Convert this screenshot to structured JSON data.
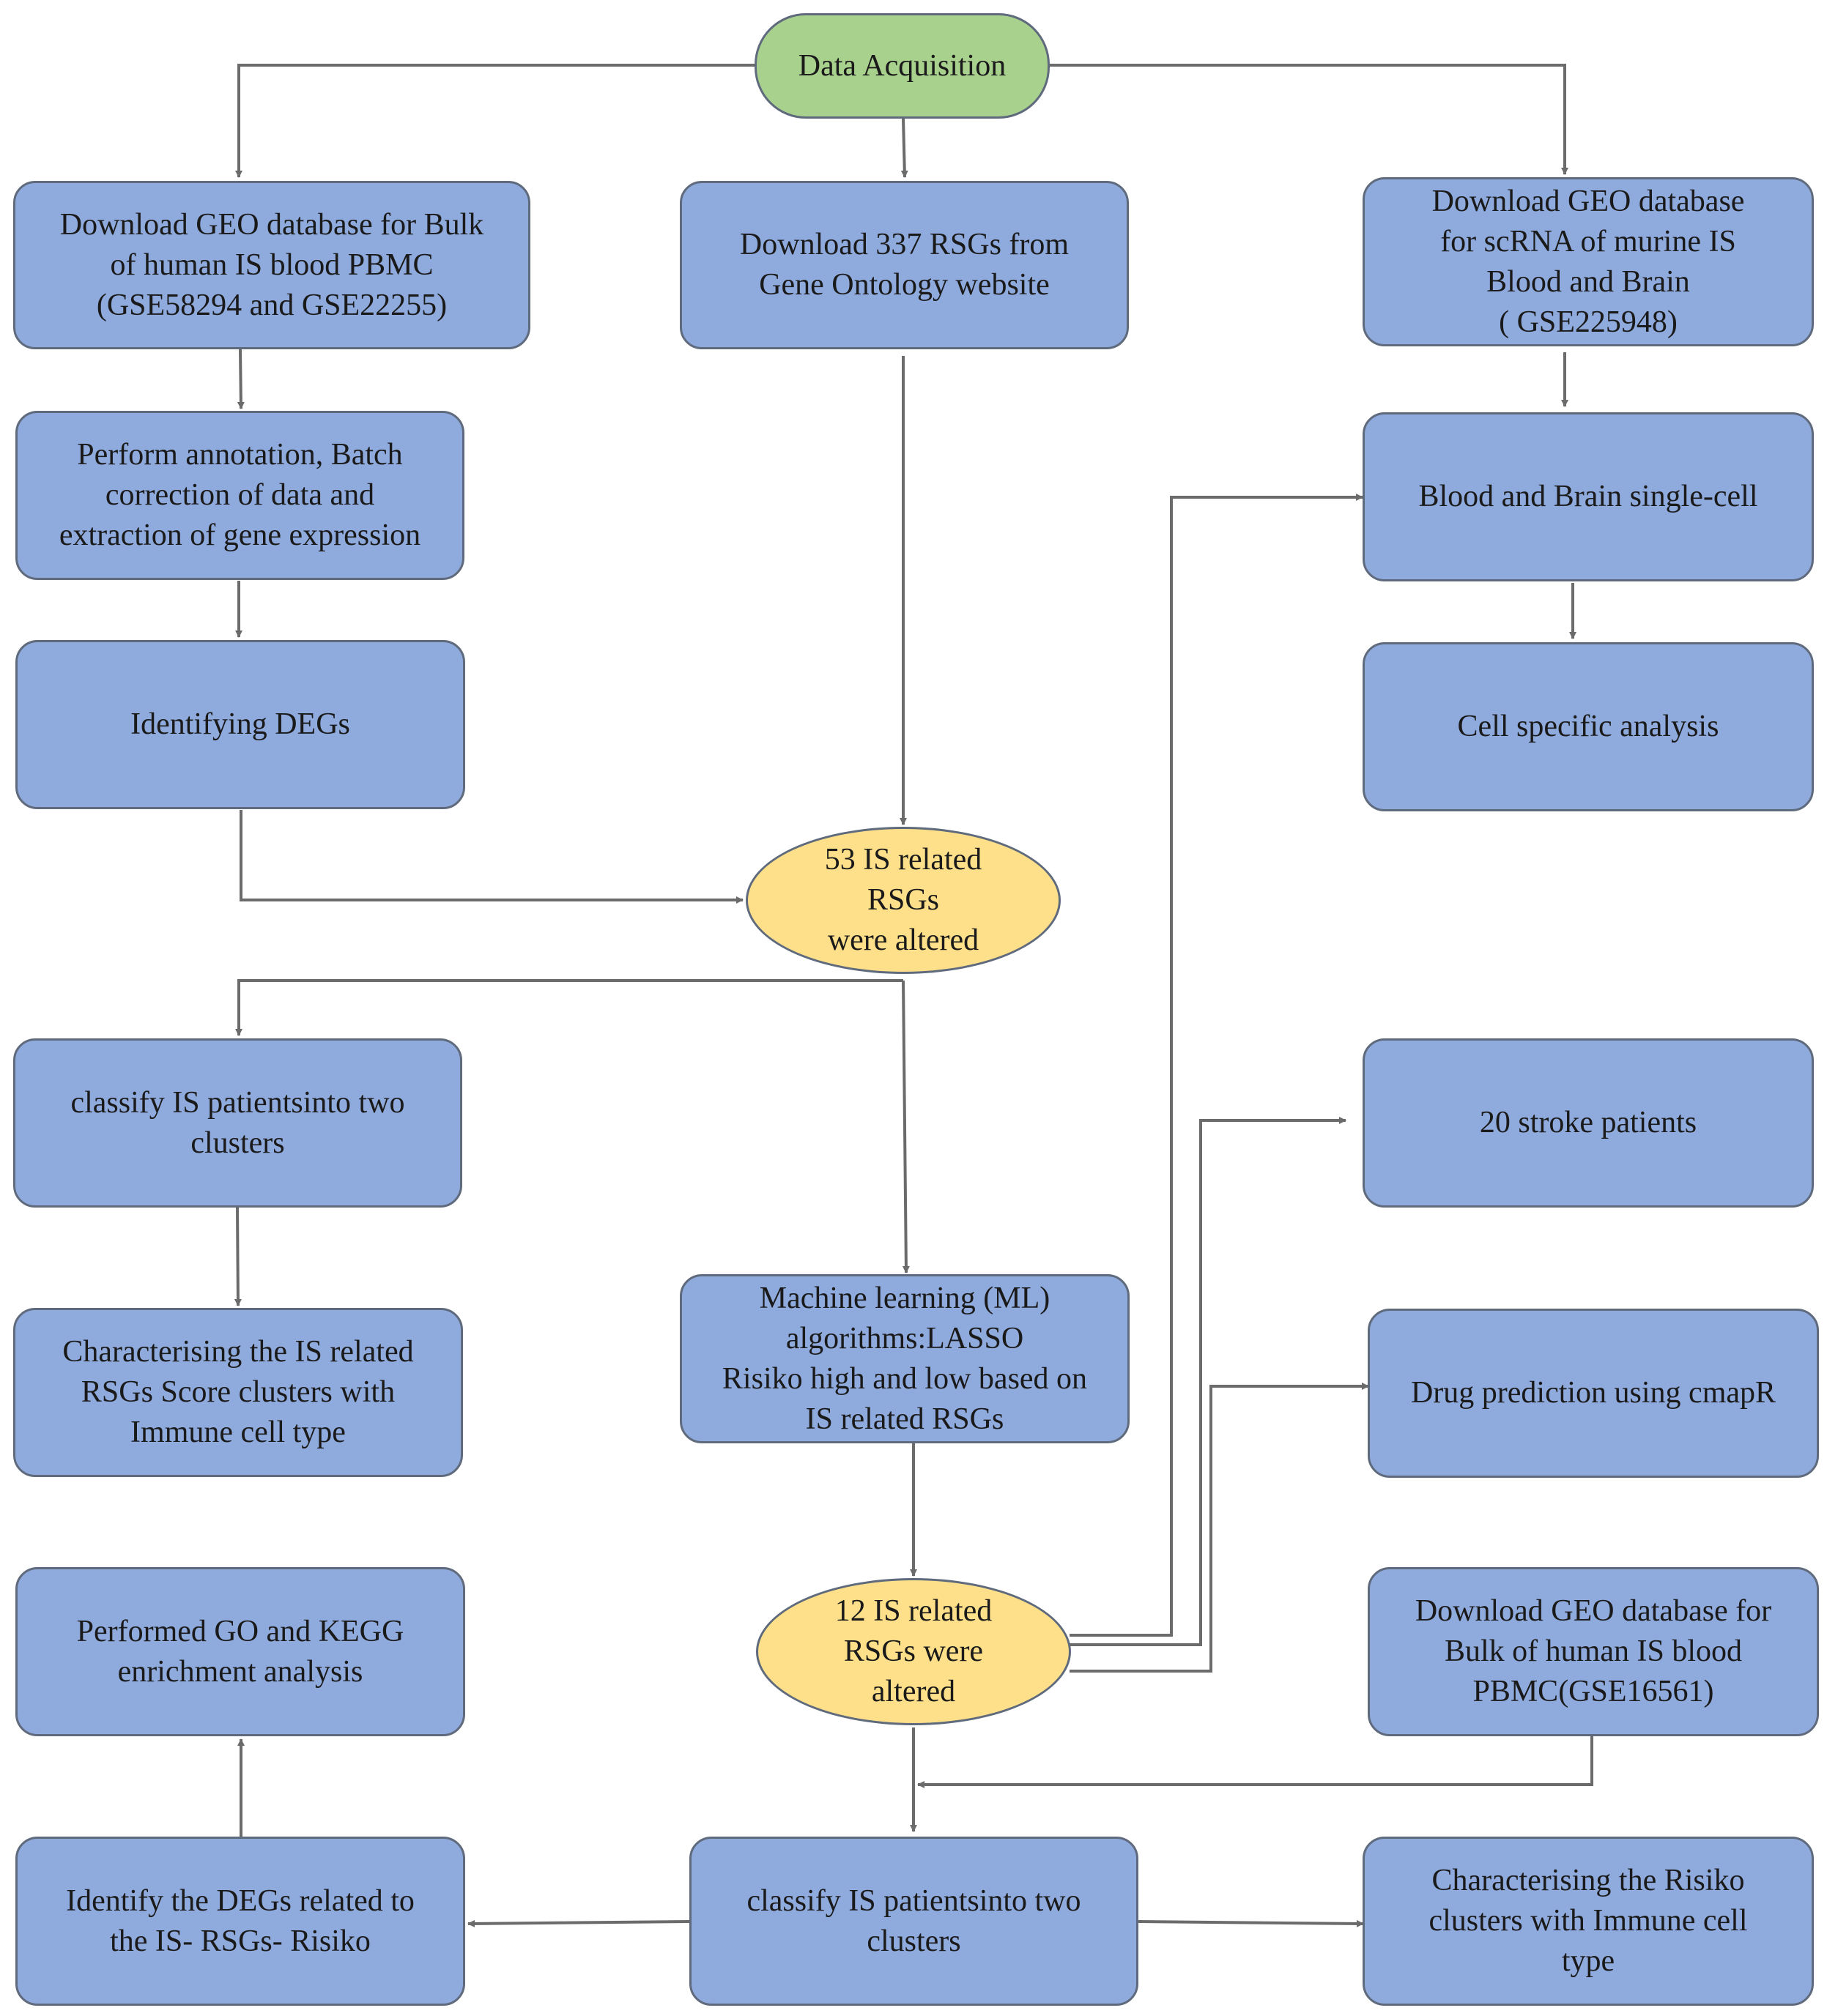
{
  "nodes": {
    "data_acquisition": "Data Acquisition",
    "download_geo_bulk": "Download GEO database for Bulk\nof human IS blood PBMC\n(GSE58294 and GSE22255)",
    "download_rsgs": "Download 337 RSGs from\nGene Ontology website",
    "download_geo_scrna": "Download GEO database\nfor scRNA of murine IS\nBlood and Brain\n( GSE225948)",
    "perform_annotation": "Perform annotation, Batch\ncorrection of data and\nextraction of gene expression",
    "blood_brain_single_cell": "Blood and Brain  single-cell",
    "identifying_degs": "Identifying DEGs",
    "cell_specific_analysis": "Cell specific analysis",
    "rsgs_53_altered": "53 IS related\nRSGs\nwere altered",
    "classify_patients_left": "classify IS patientsinto two\nclusters",
    "stroke_patients_20": "20 stroke patients",
    "characterising_score_clusters": "Characterising the IS related\nRSGs Score clusters with\nImmune cell type",
    "machine_learning": "Machine learning (ML)\nalgorithms:LASSO\nRisiko high and low based on\nIS related RSGs",
    "drug_prediction": "Drug prediction using cmapR",
    "performed_go_kegg": "Performed GO and KEGG\nenrichment analysis",
    "rsgs_12_altered": "12  IS related\nRSGs were\naltered",
    "download_geo_gse16561": "Download GEO database for\nBulk of human IS blood\nPBMC(GSE16561)",
    "identify_degs_risiko": "Identify the DEGs related to\nthe IS- RSGs- Risiko",
    "classify_patients_center": "classify IS patientsinto two\nclusters",
    "characterising_risiko_clusters": "Characterising the Risiko\nclusters with Immune cell\ntype"
  },
  "colors": {
    "process_box_fill": "#8faadc",
    "start_node_fill": "#a9d18e",
    "decision_oval_fill": "#ffe08a",
    "border": "#5f6b7d",
    "connector": "#6b6b6b"
  }
}
